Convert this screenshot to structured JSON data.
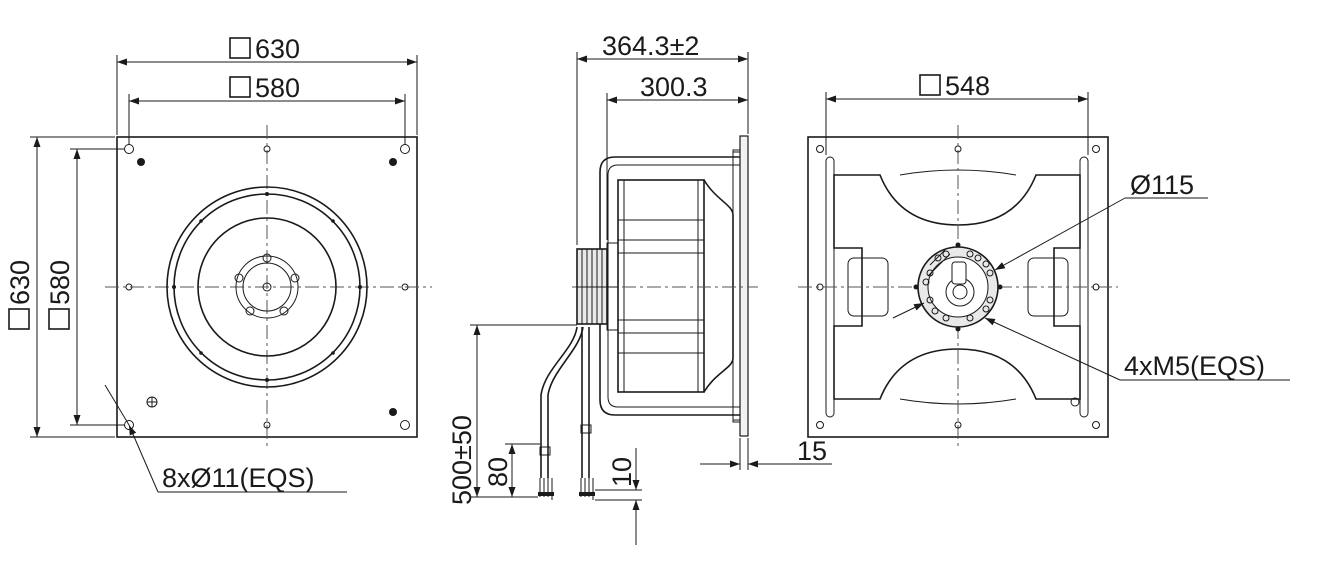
{
  "front_view": {
    "outer_size": "630",
    "hole_pitch": "580",
    "outer_size_vertical": "630",
    "hole_pitch_vertical": "580",
    "holes_note": "8xØ11(EQS)"
  },
  "side_view": {
    "overall_length": "364.3±2",
    "body_length": "300.3",
    "flange_thickness": "15",
    "cable_length": "500±50",
    "strip_length": "80",
    "wire_end": "10"
  },
  "rear_view": {
    "inner_size": "548",
    "hub_diameter": "Ø115",
    "threads_note": "4xM5(EQS)"
  }
}
